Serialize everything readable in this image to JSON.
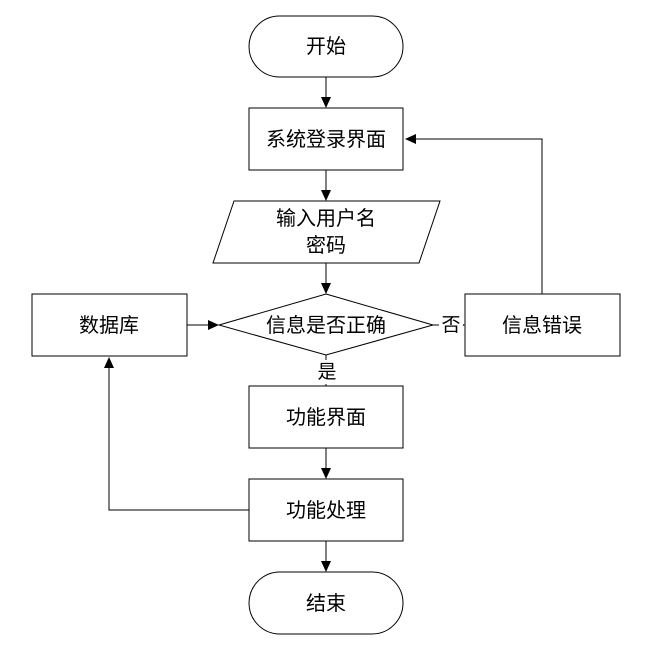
{
  "nodes": {
    "start": "开始",
    "login": "系统登录界面",
    "input_line1": "输入用户名",
    "input_line2": "密码",
    "decision": "信息是否正确",
    "database": "数据库",
    "error": "信息错误",
    "function_ui": "功能界面",
    "function_process": "功能处理",
    "end": "结束"
  },
  "edges": {
    "no_label": "否",
    "yes_label": "是"
  },
  "colors": {
    "stroke": "#000000",
    "fill": "#ffffff",
    "text": "#000000"
  }
}
